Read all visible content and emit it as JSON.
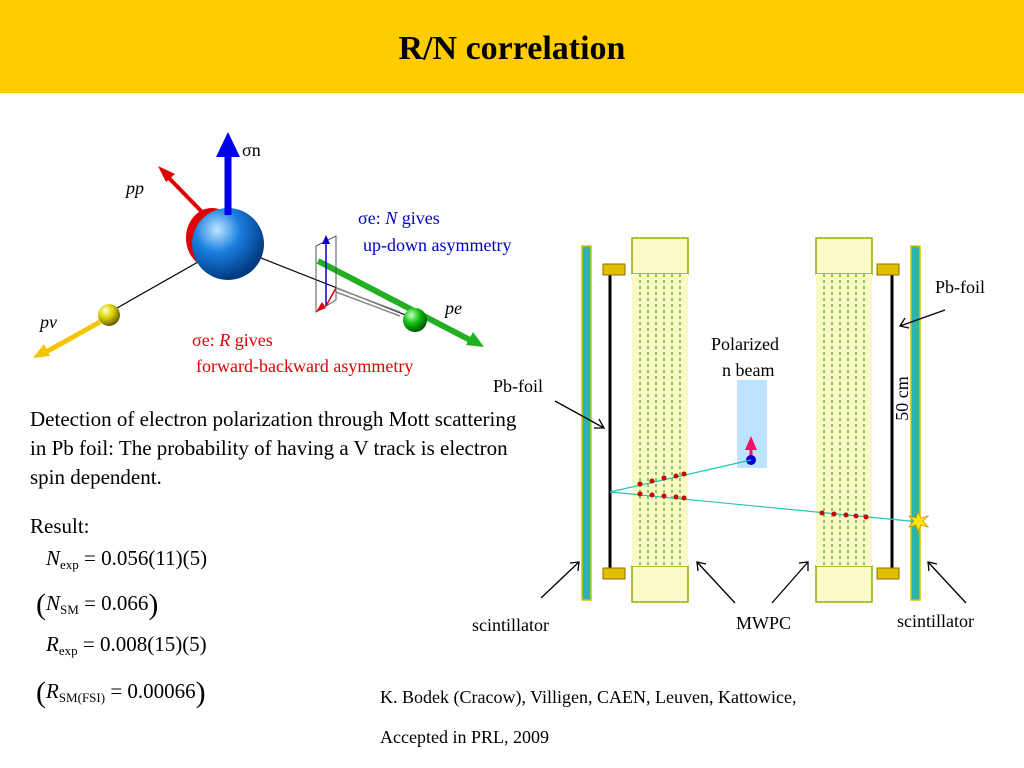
{
  "title": "R/N correlation",
  "diagram": {
    "sigma_n": "σn",
    "p_p": "pp",
    "p_nu": "pν",
    "p_e": "pe",
    "blue_label": {
      "line1_sym": "σe",
      "line1_colon": ":",
      "line1_var": "N",
      "line1_rest": "gives",
      "line2": "up-down asymmetry"
    },
    "red_label": {
      "line1_sym": "σe",
      "line1_colon": ":",
      "line1_var": "R",
      "line1_rest": "gives",
      "line2": "forward-backward asymmetry"
    }
  },
  "detector": {
    "pb_foil_right": "Pb-foil",
    "pb_foil_left": "Pb-foil",
    "beam_line1": "Polarized",
    "beam_line2": "n beam",
    "dimension": "50 cm",
    "scint_left": "scintillator",
    "mwpc": "MWPC",
    "scint_right": "scintillator"
  },
  "description": "Detection of electron polarization through Mott scattering in Pb foil: The probability of having a V track is electron spin dependent.",
  "result_label": "Result:",
  "equations": {
    "n_exp": {
      "var": "N",
      "sub": "exp",
      "value": "= 0.056(11)(5)"
    },
    "n_sm": {
      "var": "N",
      "sub": "SM",
      "value": "= 0.066"
    },
    "r_exp": {
      "var": "R",
      "sub": "exp",
      "value": "= 0.008(15)(5)"
    },
    "r_sm": {
      "var": "R",
      "sub": "SM(FSI)",
      "value": "= 0.00066"
    }
  },
  "reference": {
    "line1": "K. Bodek (Cracow), Villigen, CAEN, Leuven, Kattowice,",
    "line2": "Accepted in PRL, 2009"
  },
  "colors": {
    "title_bar": "#ffcc00",
    "scintillator": "#2bb5a8",
    "mwpc_fill": "#fafac8",
    "dots": "#cc0000"
  }
}
